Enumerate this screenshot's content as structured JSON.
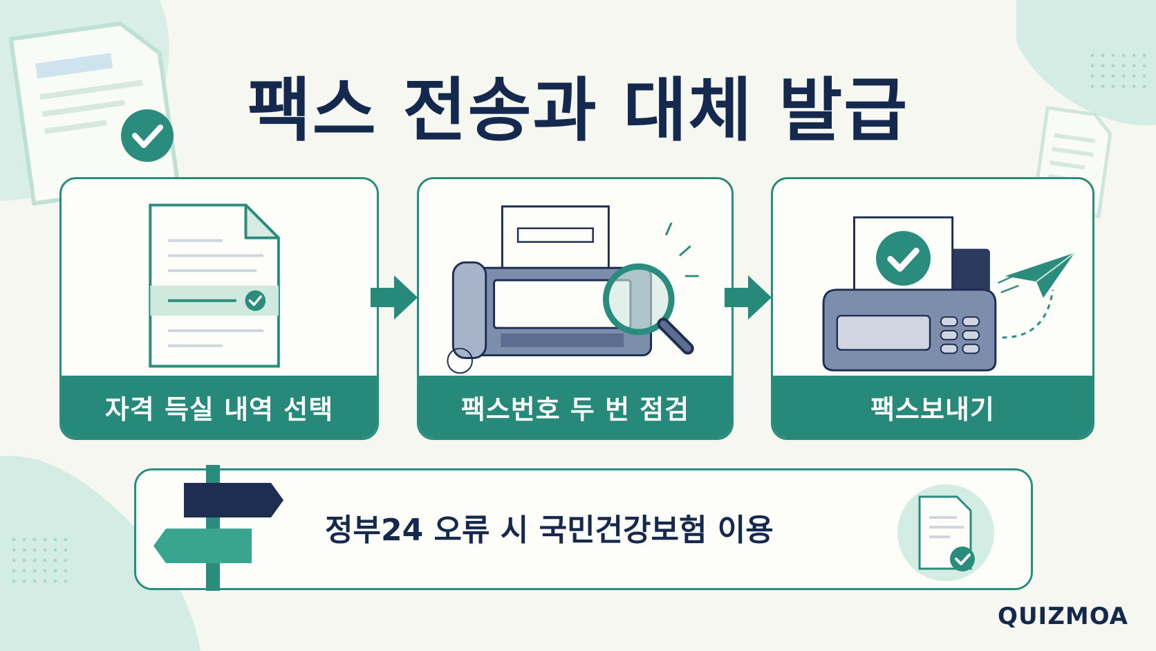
{
  "title": "팩스 전송과 대체 발급",
  "steps": [
    {
      "label": "자격 득실 내역 선택",
      "icon": "document-select-icon"
    },
    {
      "label": "팩스번호 두 번 점검",
      "icon": "fax-magnifier-icon"
    },
    {
      "label": "팩스보내기",
      "icon": "fax-send-icon"
    }
  ],
  "alternative": {
    "text": "정부24 오류 시 국민건강보험 이용",
    "icon": "signpost-icon",
    "badge_icon": "document-check-icon"
  },
  "brand": "QUIZMOA",
  "colors": {
    "teal": "#27897a",
    "navy": "#15294f",
    "mint": "#cfe9df",
    "background": "#f6f7f0"
  }
}
